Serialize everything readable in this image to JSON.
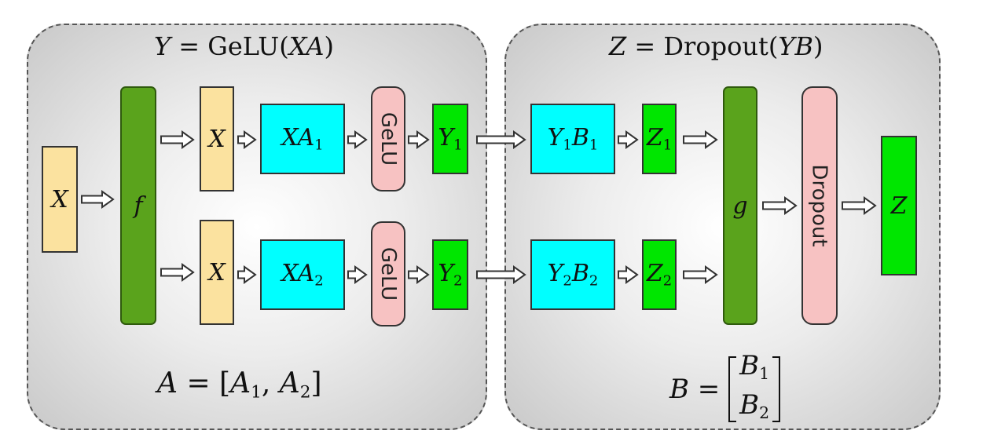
{
  "diagram": {
    "left_panel": {
      "title": {
        "lhs": "Y",
        "op": " = ",
        "fn": "GeLU",
        "arg": "XA"
      },
      "footer": {
        "lhs": "A",
        "op": " = [",
        "a1": "A",
        "a1_sub": "1",
        "sep": ", ",
        "a2": "A",
        "a2_sub": "2",
        "close": "]"
      },
      "input": "X",
      "split": "f",
      "rows": [
        {
          "x": "X",
          "mm": "X",
          "mm_var": "A",
          "mm_sub": "1",
          "act": "GeLU",
          "out": "Y",
          "out_sub": "1"
        },
        {
          "x": "X",
          "mm": "X",
          "mm_var": "A",
          "mm_sub": "2",
          "act": "GeLU",
          "out": "Y",
          "out_sub": "2"
        }
      ]
    },
    "right_panel": {
      "title": {
        "lhs": "Z",
        "op": " = ",
        "fn": "Dropout",
        "arg": "YB"
      },
      "footer": {
        "lhs": "B",
        "op": " = ",
        "b1": "B",
        "b1_sub": "1",
        "b2": "B",
        "b2_sub": "2"
      },
      "rows": [
        {
          "yb_y": "Y",
          "yb_y_sub": "1",
          "yb_b": "B",
          "yb_b_sub": "1",
          "out": "Z",
          "out_sub": "1"
        },
        {
          "yb_y": "Y",
          "yb_y_sub": "2",
          "yb_b": "B",
          "yb_b_sub": "2",
          "out": "Z",
          "out_sub": "2"
        }
      ],
      "merge": "g",
      "dropout": "Dropout",
      "output": "Z"
    },
    "colors": {
      "yellow": "#fbe29f",
      "dark_green": "#5aa31c",
      "cyan": "#00ffff",
      "green": "#00e600",
      "pink": "#f7c2c2"
    }
  }
}
